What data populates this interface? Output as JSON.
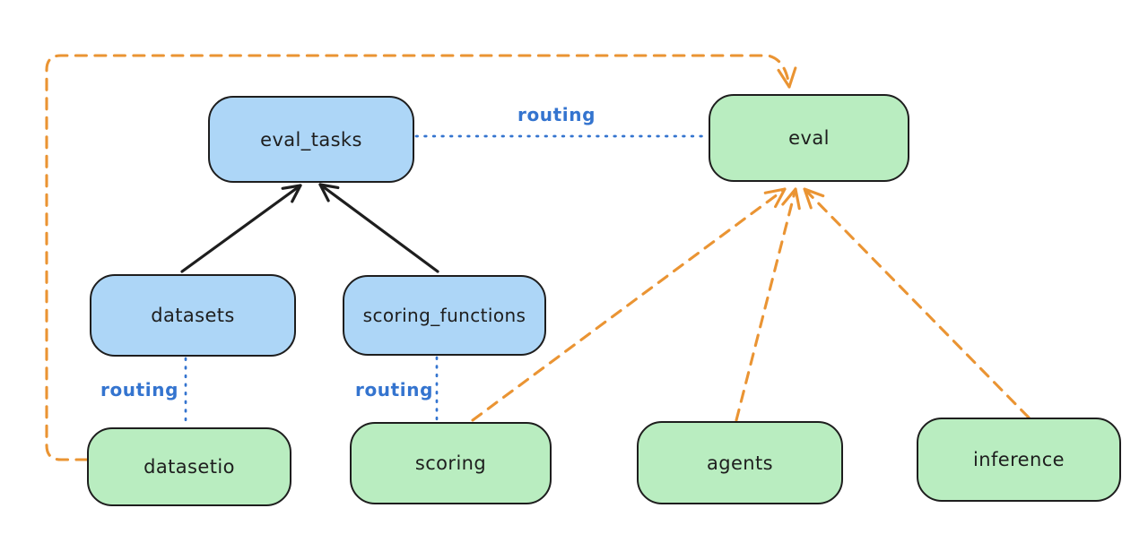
{
  "diagram": {
    "nodes": {
      "eval_tasks": {
        "label": "eval_tasks",
        "color": "blue"
      },
      "eval": {
        "label": "eval",
        "color": "green"
      },
      "datasets": {
        "label": "datasets",
        "color": "blue"
      },
      "scoring_functions": {
        "label": "scoring_functions",
        "color": "blue"
      },
      "datasetio": {
        "label": "datasetio",
        "color": "green"
      },
      "scoring": {
        "label": "scoring",
        "color": "green"
      },
      "agents": {
        "label": "agents",
        "color": "green"
      },
      "inference": {
        "label": "inference",
        "color": "green"
      }
    },
    "edge_labels": {
      "eval_tasks_eval": "routing",
      "datasets_datasetio": "routing",
      "scoring_functions_scoring": "routing"
    },
    "colors": {
      "stroke": "#1e1e1e",
      "blue_fill": "#add6f7",
      "green_fill": "#b9edc0",
      "orange": "#ea9433",
      "blue_line": "#3474cf",
      "background": "#ffffff"
    }
  }
}
